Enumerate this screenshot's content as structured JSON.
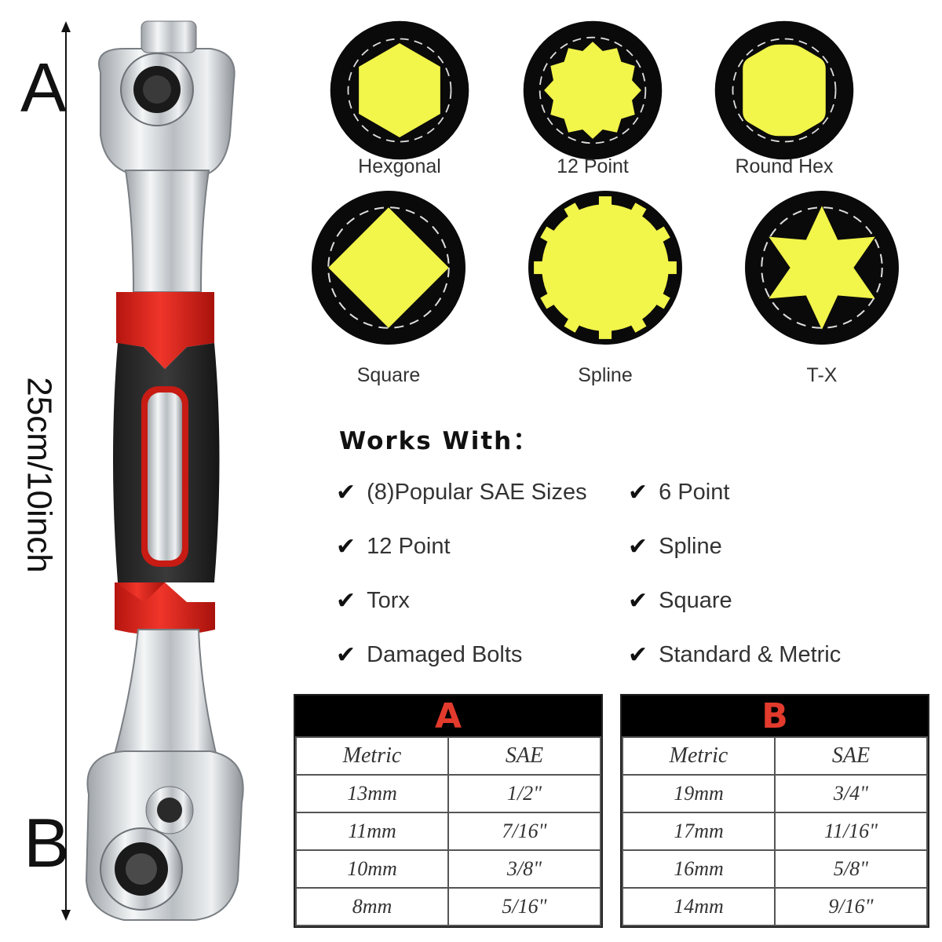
{
  "wrench": {
    "end_a": "A",
    "end_b": "B",
    "length_label": "25cm/10inch",
    "colors": {
      "grip_red": "#e2231a",
      "grip_black": "#2a2a2a",
      "chrome": "#cfd3d6"
    }
  },
  "socket_shapes": [
    {
      "label": "Hexgonal",
      "icon": "hexagon-socket-icon"
    },
    {
      "label": "12 Point",
      "icon": "twelve-point-socket-icon"
    },
    {
      "label": "Round Hex",
      "icon": "round-hex-socket-icon"
    },
    {
      "label": "Square",
      "icon": "square-socket-icon"
    },
    {
      "label": "Spline",
      "icon": "spline-socket-icon"
    },
    {
      "label": "T-X",
      "icon": "torx-socket-icon"
    }
  ],
  "shape_colors": {
    "fill": "#f2f54a",
    "ring": "#0a0a0a"
  },
  "works_with": {
    "title": "Works With：",
    "items": [
      "(8)Popular SAE Sizes",
      "6 Point",
      "12 Point",
      "Spline",
      "Torx",
      "Square",
      "Damaged Bolts",
      "Standard & Metric"
    ]
  },
  "tables": [
    {
      "title": "A",
      "columns": [
        "Metric",
        "SAE"
      ],
      "rows": [
        [
          "13mm",
          "1/2\""
        ],
        [
          "11mm",
          "7/16\""
        ],
        [
          "10mm",
          "3/8\""
        ],
        [
          "8mm",
          "5/16\""
        ]
      ]
    },
    {
      "title": "B",
      "columns": [
        "Metric",
        "SAE"
      ],
      "rows": [
        [
          "19mm",
          "3/4\""
        ],
        [
          "17mm",
          "11/16\""
        ],
        [
          "16mm",
          "5/8\""
        ],
        [
          "14mm",
          "9/16\""
        ]
      ]
    }
  ]
}
